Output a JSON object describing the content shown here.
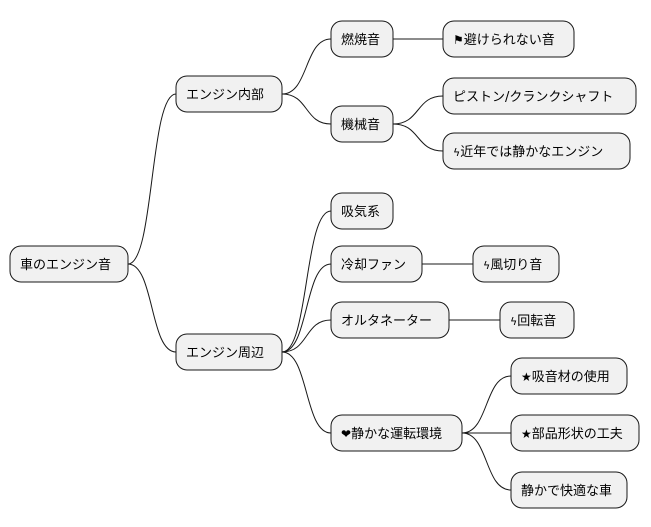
{
  "mindmap": {
    "root": {
      "id": "root",
      "label": "車のエンジン音",
      "children": [
        {
          "id": "internal",
          "label": "エンジン内部",
          "children": [
            {
              "id": "combustion",
              "label": "燃焼音",
              "children": [
                {
                  "id": "unavoidable",
                  "label": "避けられない音",
                  "icon": "flag-icon",
                  "glyph": "⚑"
                }
              ]
            },
            {
              "id": "mechanical",
              "label": "機械音",
              "children": [
                {
                  "id": "piston",
                  "label": "ピストン/クランクシャフト"
                },
                {
                  "id": "quiet-engine",
                  "label": "近年では静かなエンジン",
                  "icon": "lightning-icon",
                  "glyph": "ϟ"
                }
              ]
            }
          ]
        },
        {
          "id": "surroundings",
          "label": "エンジン周辺",
          "children": [
            {
              "id": "intake",
              "label": "吸気系"
            },
            {
              "id": "cooling-fan",
              "label": "冷却ファン",
              "children": [
                {
                  "id": "wind-noise",
                  "label": "風切り音",
                  "icon": "lightning-icon",
                  "glyph": "ϟ"
                }
              ]
            },
            {
              "id": "alternator",
              "label": "オルタネーター",
              "children": [
                {
                  "id": "rotation-noise",
                  "label": "回転音",
                  "icon": "lightning-icon",
                  "glyph": "ϟ"
                }
              ]
            },
            {
              "id": "quiet-env",
              "label": "静かな運転環境",
              "icon": "heart-icon",
              "glyph": "❤",
              "children": [
                {
                  "id": "absorb",
                  "label": "吸音材の使用",
                  "icon": "star-icon",
                  "glyph": "★"
                },
                {
                  "id": "shape",
                  "label": "部品形状の工夫",
                  "icon": "star-icon",
                  "glyph": "★"
                },
                {
                  "id": "comfort-car",
                  "label": "静かで快適な車"
                }
              ]
            }
          ]
        }
      ]
    }
  }
}
